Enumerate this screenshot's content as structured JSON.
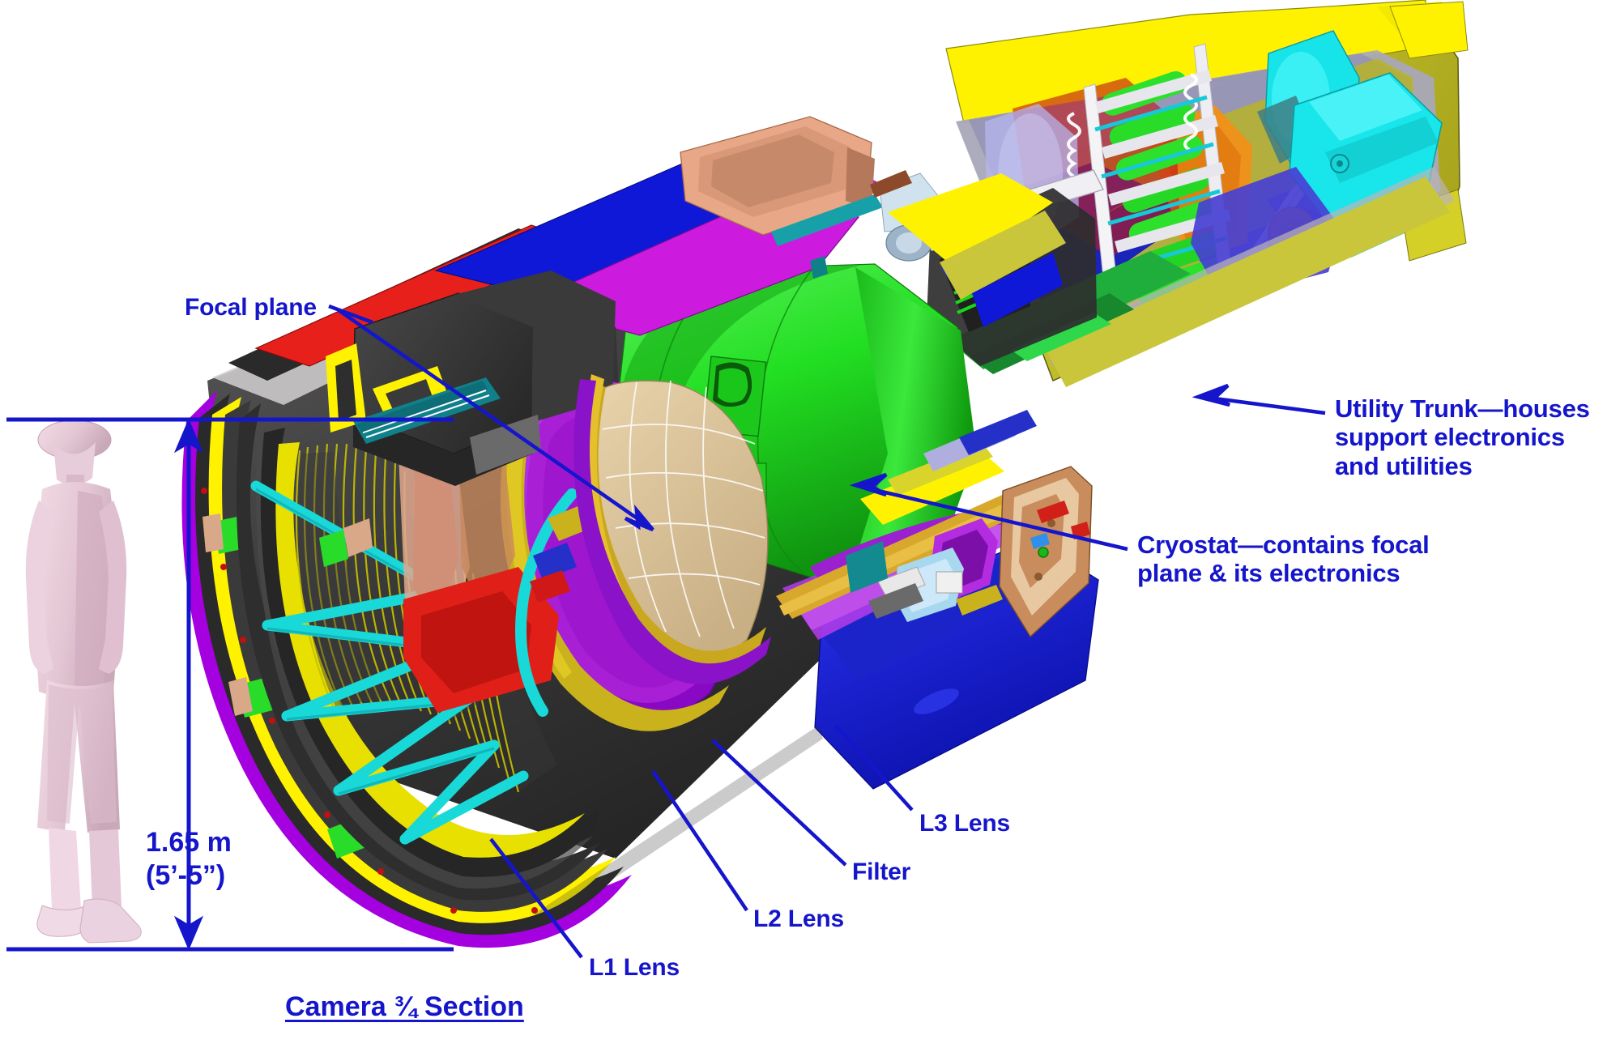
{
  "figure": {
    "caption": "Camera ¾ Section",
    "scale_figure": "human-mannequin-for-scale",
    "text_color": "#1515CC",
    "background": "#FFFFFF"
  },
  "dimension": {
    "value_metric": "1.65 m",
    "value_imperial": "(5’-5”)",
    "combined": "1.65 m\n(5’-5”)",
    "line_color": "#1515CC"
  },
  "callouts": [
    {
      "id": "focal-plane",
      "text": "Focal plane"
    },
    {
      "id": "utility-trunk",
      "text": "Utility Trunk—houses\nsupport electronics\nand utilities"
    },
    {
      "id": "cryostat",
      "text": "Cryostat—contains focal\nplane & its electronics"
    },
    {
      "id": "l3-lens",
      "text": "L3 Lens"
    },
    {
      "id": "filter",
      "text": "Filter"
    },
    {
      "id": "l2-lens",
      "text": "L2 Lens"
    },
    {
      "id": "l1-lens",
      "text": "L1 Lens"
    }
  ],
  "palette": {
    "annotation_blue": "#1515CC",
    "shell_yellow": "#FFF200",
    "shell_olive": "#C8C427",
    "rim_purple": "#A400E0",
    "cryostat_green": "#22D822",
    "lens_magenta": "#A01FE0",
    "panel_blue": "#1018D8",
    "panel_red": "#E8201C",
    "panel_magenta": "#CC1ADF",
    "strut_cyan": "#18D8D8",
    "body_dark": "#3B3B3B",
    "focal_tan": "#DCC49C",
    "copper": "#C88C5C",
    "mannequin": "#E8CBD6"
  }
}
